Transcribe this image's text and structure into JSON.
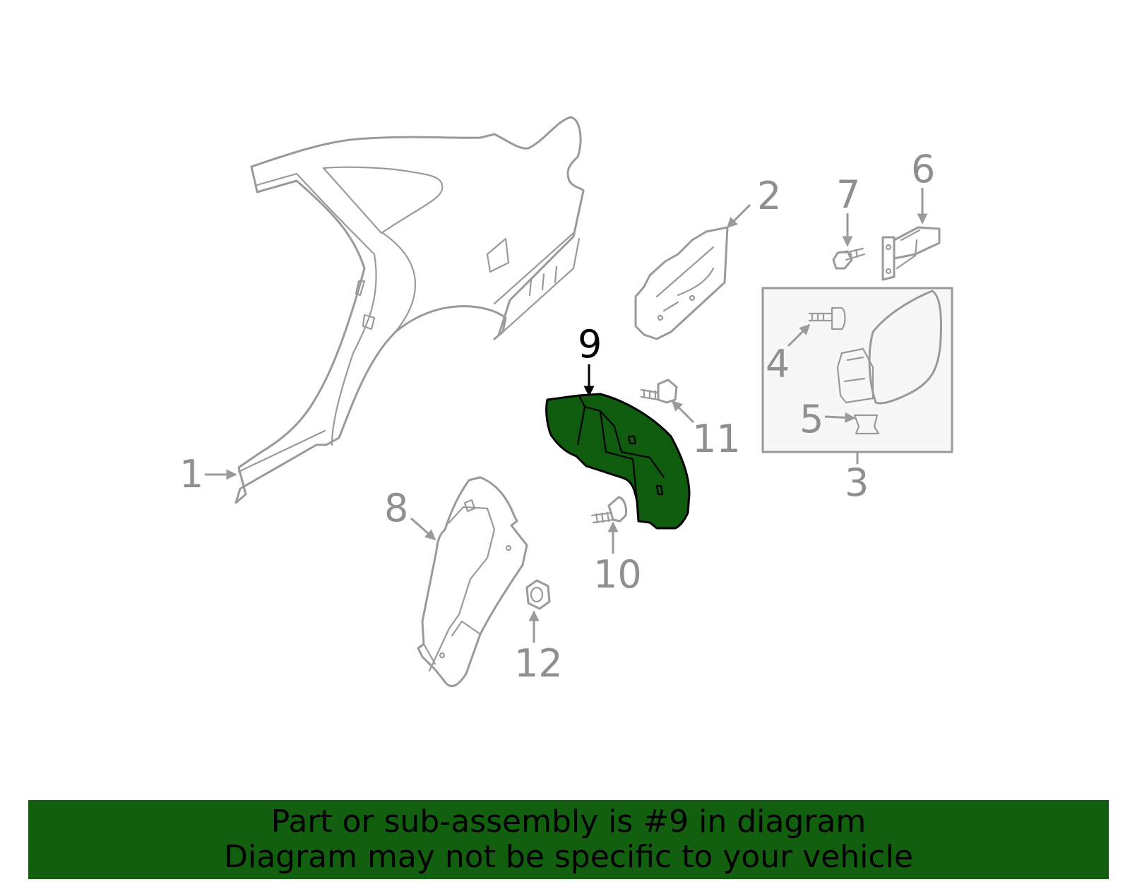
{
  "diagram": {
    "callouts": [
      "1",
      "2",
      "3",
      "4",
      "5",
      "6",
      "7",
      "8",
      "9",
      "10",
      "11",
      "12"
    ],
    "selected_callout": "9",
    "highlight_color": "#12600f",
    "line_color": "#9a9a9a"
  },
  "banner": {
    "line1": "Part or sub-assembly is #9 in diagram",
    "line2": "Diagram may not be specific to your vehicle"
  }
}
